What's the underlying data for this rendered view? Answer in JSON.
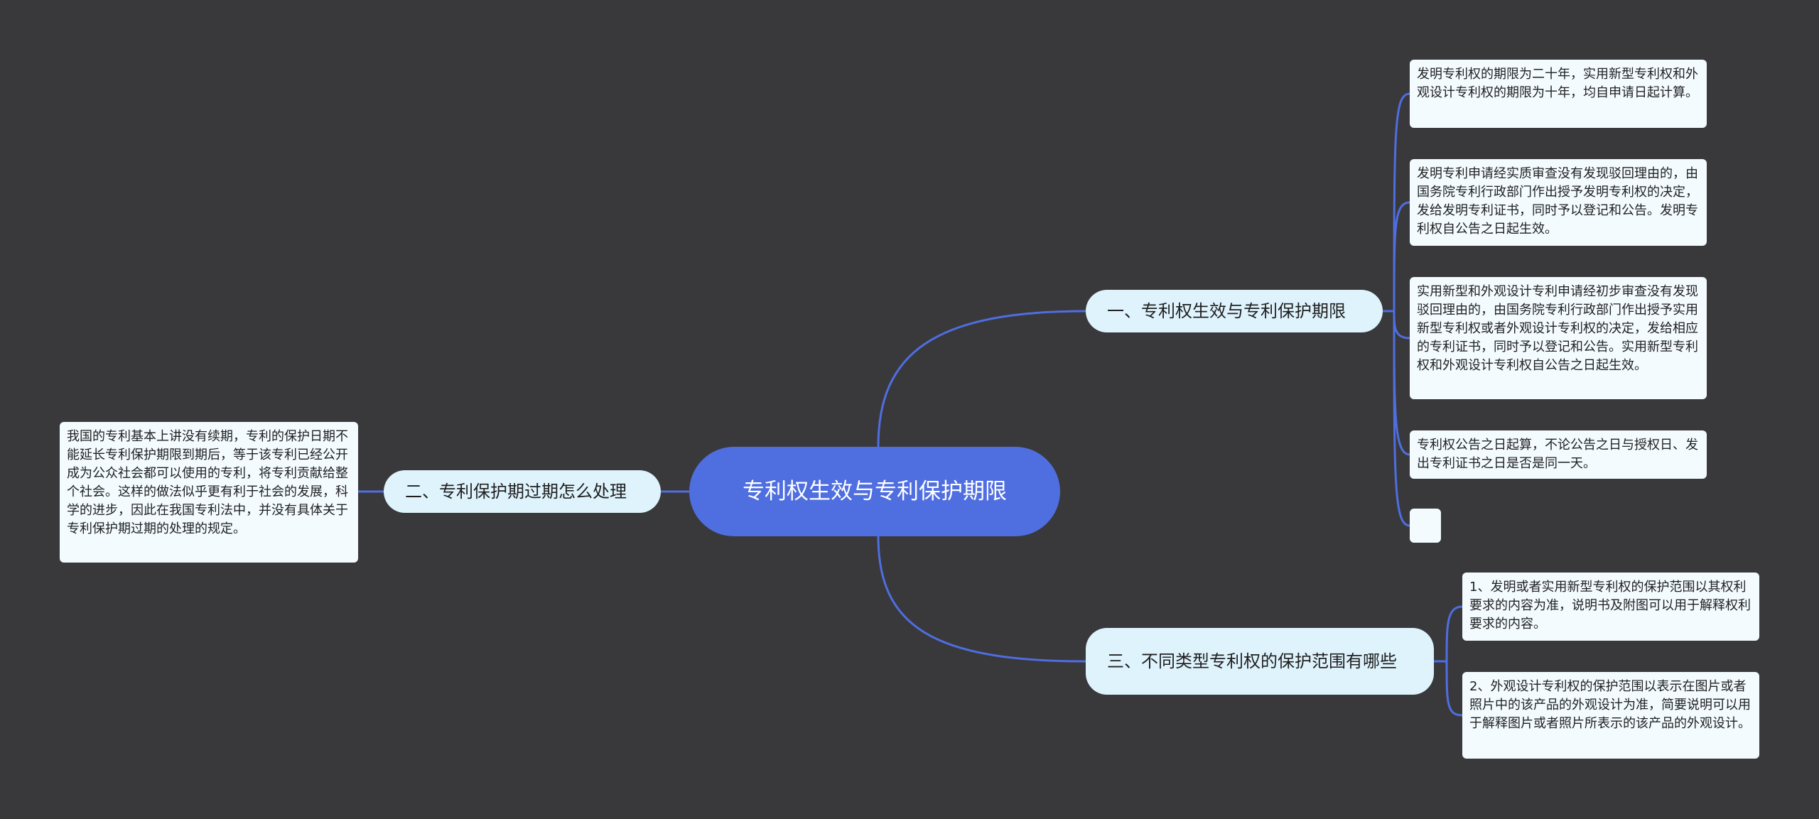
{
  "theme": {
    "background": "#39393b",
    "root_fill": "#4f6ee0",
    "branch_fill": "#dff3fd",
    "leaf_fill": "#f3fbff",
    "line_color": "#4f6ee0"
  },
  "mindmap": {
    "root": "专利权生效与专利保护期限",
    "branches": [
      {
        "label": "一、专利权生效与专利保护期限",
        "leaves": [
          "发明专利权的期限为二十年，实用新型专利权和外观设计专利权的期限为十年，均自申请日起计算。",
          "发明专利申请经实质审查没有发现驳回理由的，由国务院专利行政部门作出授予发明专利权的决定，发给发明专利证书，同时予以登记和公告。发明专利权自公告之日起生效。",
          "实用新型和外观设计专利申请经初步审查没有发现驳回理由的，由国务院专利行政部门作出授予实用新型专利权或者外观设计专利权的决定，发给相应的专利证书，同时予以登记和公告。实用新型专利权和外观设计专利权自公告之日起生效。",
          "专利权公告之日起算，不论公告之日与授权日、发出专利证书之日是否是同一天。",
          ""
        ]
      },
      {
        "label": "二、专利保护期过期怎么处理",
        "leaves": [
          "我国的专利基本上讲没有续期，专利的保护日期不能延长专利保护期限到期后，等于该专利已经公开成为公众社会都可以使用的专利，将专利贡献给整个社会。这样的做法似乎更有利于社会的发展，科学的进步，因此在我国专利法中，并没有具体关于专利保护期过期的处理的规定。"
        ]
      },
      {
        "label": "三、不同类型专利权的保护范围有哪些",
        "leaves": [
          "1、发明或者实用新型专利权的保护范围以其权利要求的内容为准，说明书及附图可以用于解释权利要求的内容。",
          "2、外观设计专利权的保护范围以表示在图片或者照片中的该产品的外观设计为准，简要说明可以用于解释图片或者照片所表示的该产品的外观设计。"
        ]
      }
    ]
  }
}
